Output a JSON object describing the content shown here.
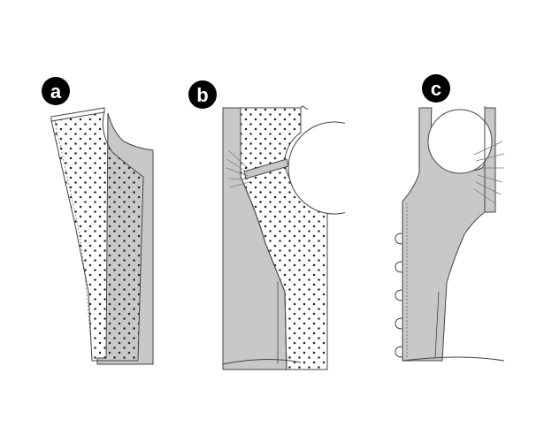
{
  "steps": [
    {
      "label": "a"
    },
    {
      "label": "b"
    },
    {
      "label": "c"
    }
  ],
  "colors": {
    "fabric_wrong_side": "#c8c8c8",
    "fabric_right_side": "#ffffff",
    "dots": "#222222",
    "outline": "#444444",
    "badge": "#000000"
  },
  "icons": {
    "badge": "filled-circle-letter",
    "dots": "polka-dot-print",
    "snaps": "snap-fastener"
  },
  "fasteners_count": 5
}
